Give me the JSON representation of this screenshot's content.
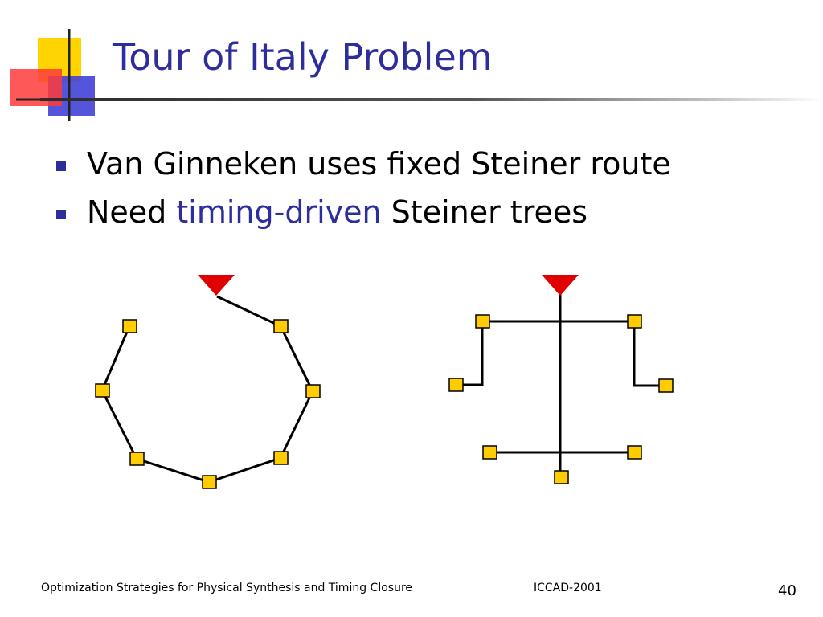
{
  "slide": {
    "title": "Tour of Italy Problem",
    "bullets": [
      {
        "text": "Van Ginneken uses fixed Steiner route"
      },
      {
        "prefix": "Need ",
        "emphasis": "timing-driven",
        "suffix": " Steiner trees"
      }
    ]
  },
  "footer": {
    "left": "Optimization Strategies for Physical Synthesis and Timing Closure",
    "center": "ICCAD-2001",
    "page_number": "40"
  },
  "colors": {
    "title": "#2d2d9b",
    "emphasis": "#2d2d9b",
    "source_triangle": "#e00000",
    "sink_fill": "#ffcc00",
    "wire": "#000000"
  }
}
